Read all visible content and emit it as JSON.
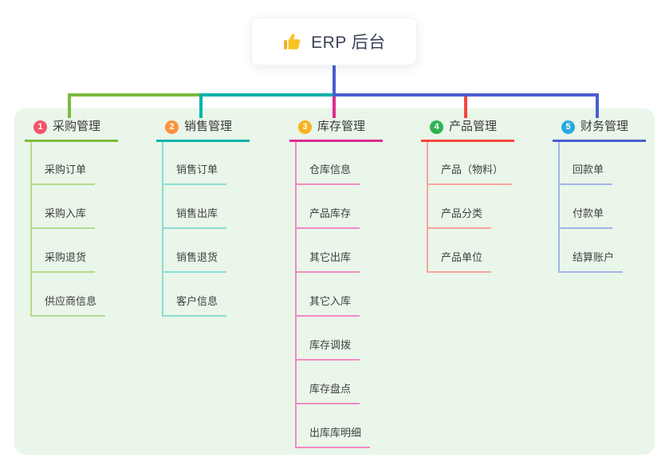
{
  "root": {
    "label": "ERP 后台",
    "icon": "thumbs-up-icon"
  },
  "theme": {
    "canvas_bg": "#e9f6e9",
    "root_text_color": "#3a4255",
    "branch_text_color": "#3b3b3b",
    "child_text_color": "#3f3f3f",
    "root_connector_color": "#4a5ed0",
    "icon_color": "#f7c325"
  },
  "branches": [
    {
      "badge": "1",
      "label": "采购管理",
      "badge_color": "#f4526b",
      "line_color": "#7cb93e",
      "child_line_color": "#b5d98c",
      "children": [
        "采购订单",
        "采购入库",
        "采购退货",
        "供应商信息"
      ]
    },
    {
      "badge": "2",
      "label": "销售管理",
      "badge_color": "#f9923e",
      "line_color": "#00b3ab",
      "child_line_color": "#8bdcd5",
      "children": [
        "销售订单",
        "销售出库",
        "销售退货",
        "客户信息"
      ]
    },
    {
      "badge": "3",
      "label": "库存管理",
      "badge_color": "#f7b31c",
      "line_color": "#df2b93",
      "child_line_color": "#f489c4",
      "children": [
        "仓库信息",
        "产品库存",
        "其它出库",
        "其它入库",
        "库存调拨",
        "库存盘点",
        "出库库明细"
      ]
    },
    {
      "badge": "4",
      "label": "产品管理",
      "badge_color": "#2eb351",
      "line_color": "#f4473f",
      "child_line_color": "#f9a49e",
      "children": [
        "产品（物料）",
        "产品分类",
        "产品单位"
      ]
    },
    {
      "badge": "5",
      "label": "财务管理",
      "badge_color": "#29a9de",
      "line_color": "#4a5ed0",
      "child_line_color": "#a5b5e8",
      "children": [
        "回款单",
        "付款单",
        "结算账户"
      ]
    }
  ]
}
